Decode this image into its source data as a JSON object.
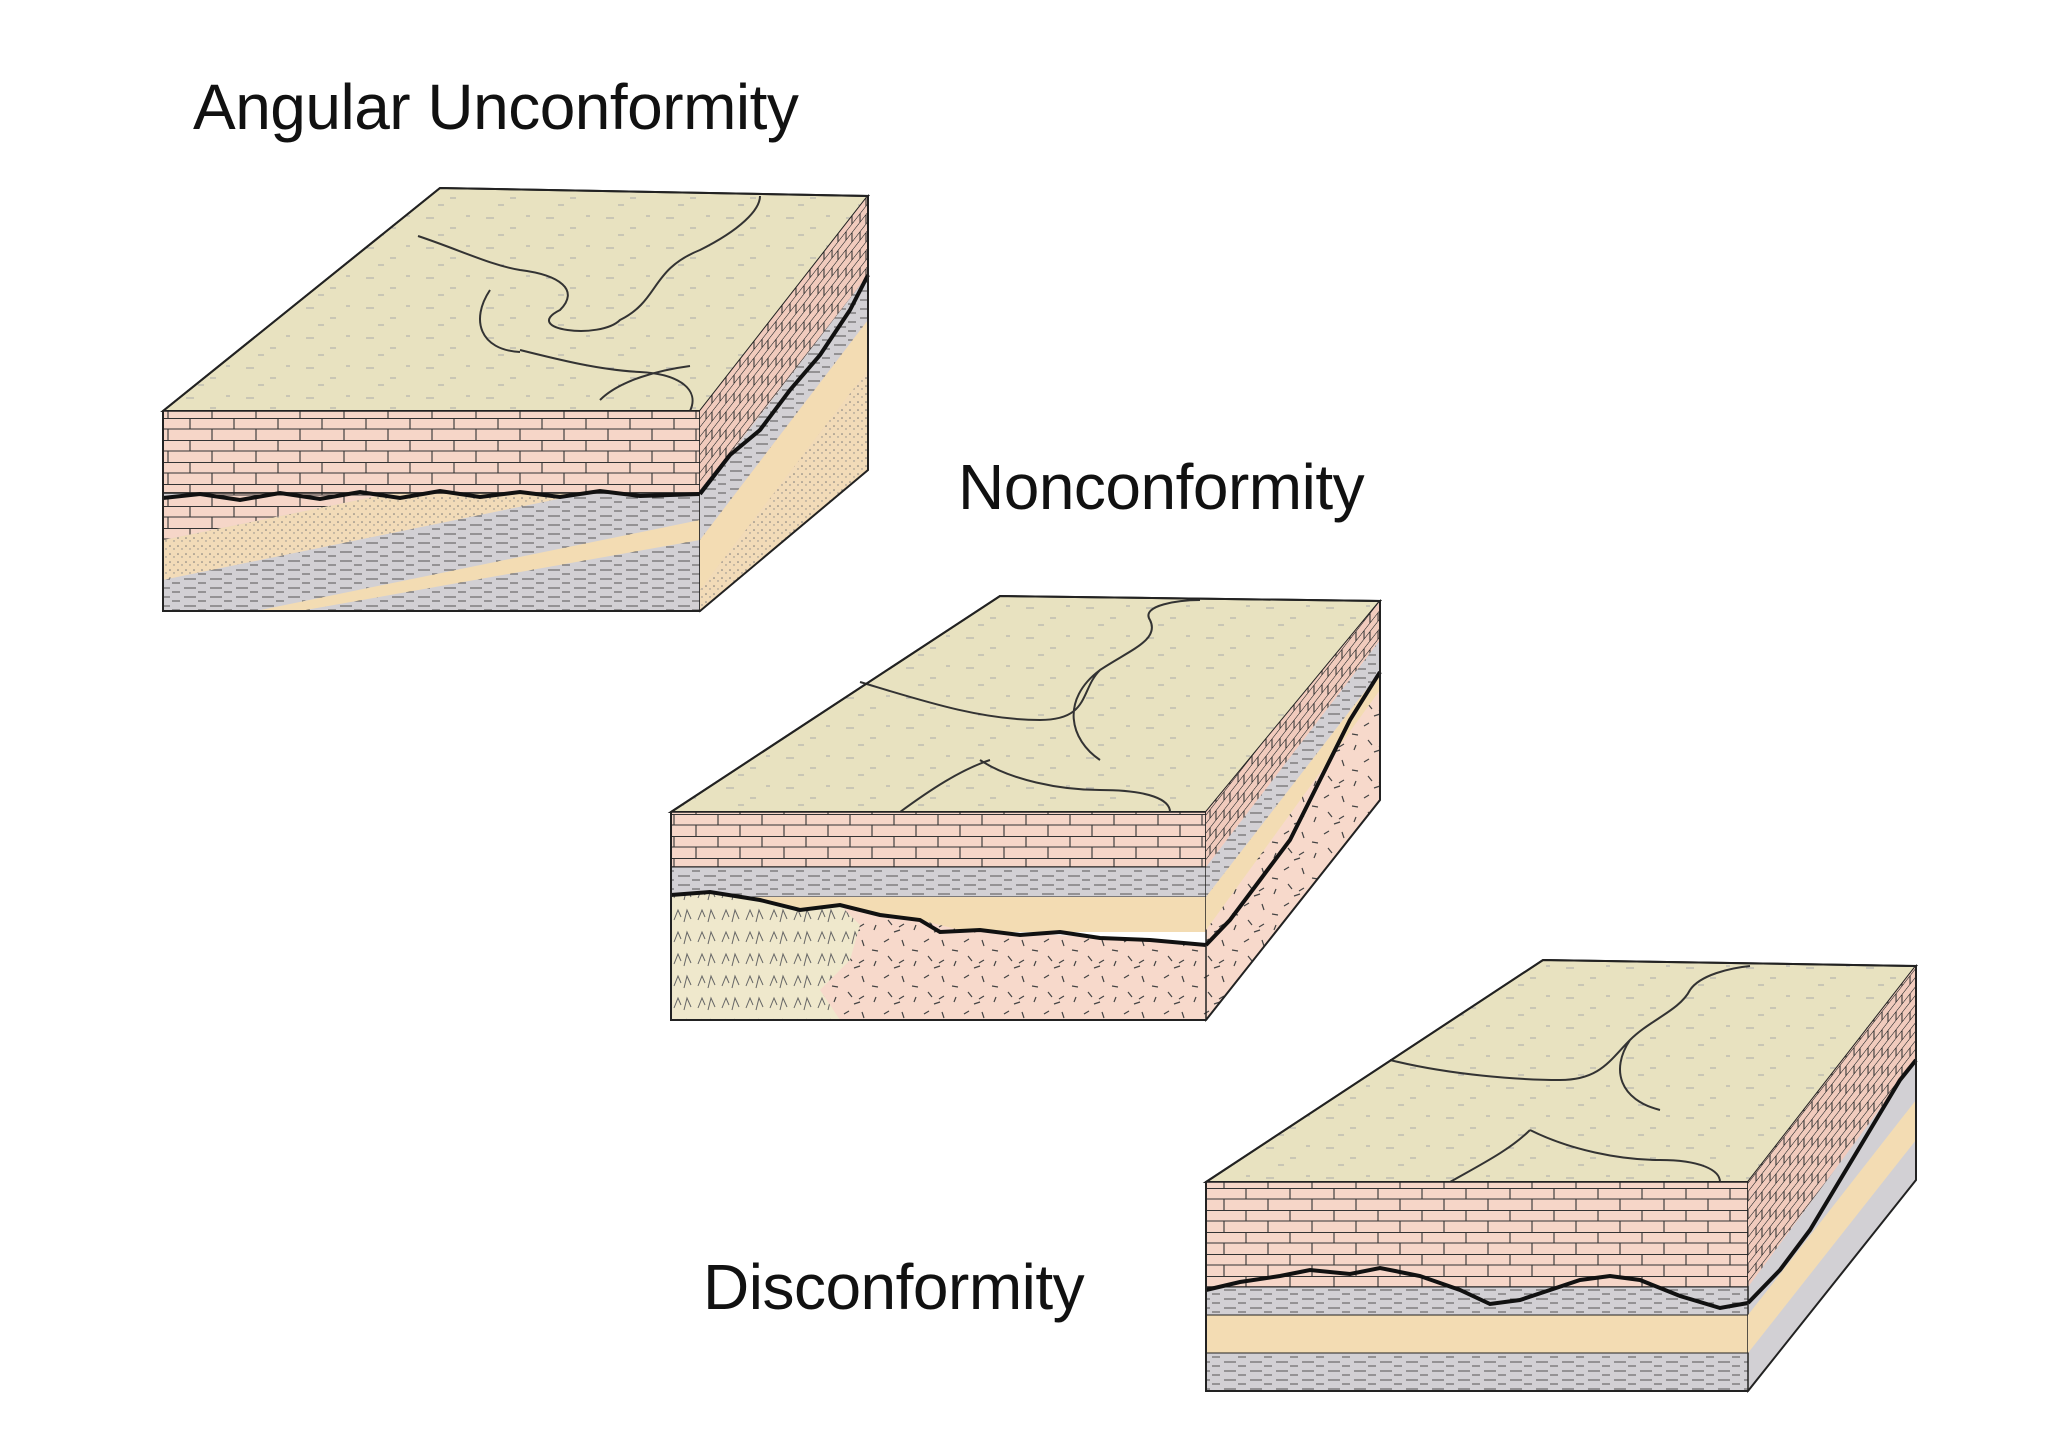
{
  "labels": {
    "angular": "Angular Unconformity",
    "nonconformity": "Nonconformity",
    "disconformity": "Disconformity"
  },
  "colors": {
    "surface": "#e8e2c0",
    "limestone": "#f6d6c8",
    "shale": "#d2d0d4",
    "sandstone": "#f3dcb3",
    "granite": "#f7d9cb",
    "gneiss": "#efe8cc",
    "outline": "#222222",
    "unconformity": "#111111"
  }
}
